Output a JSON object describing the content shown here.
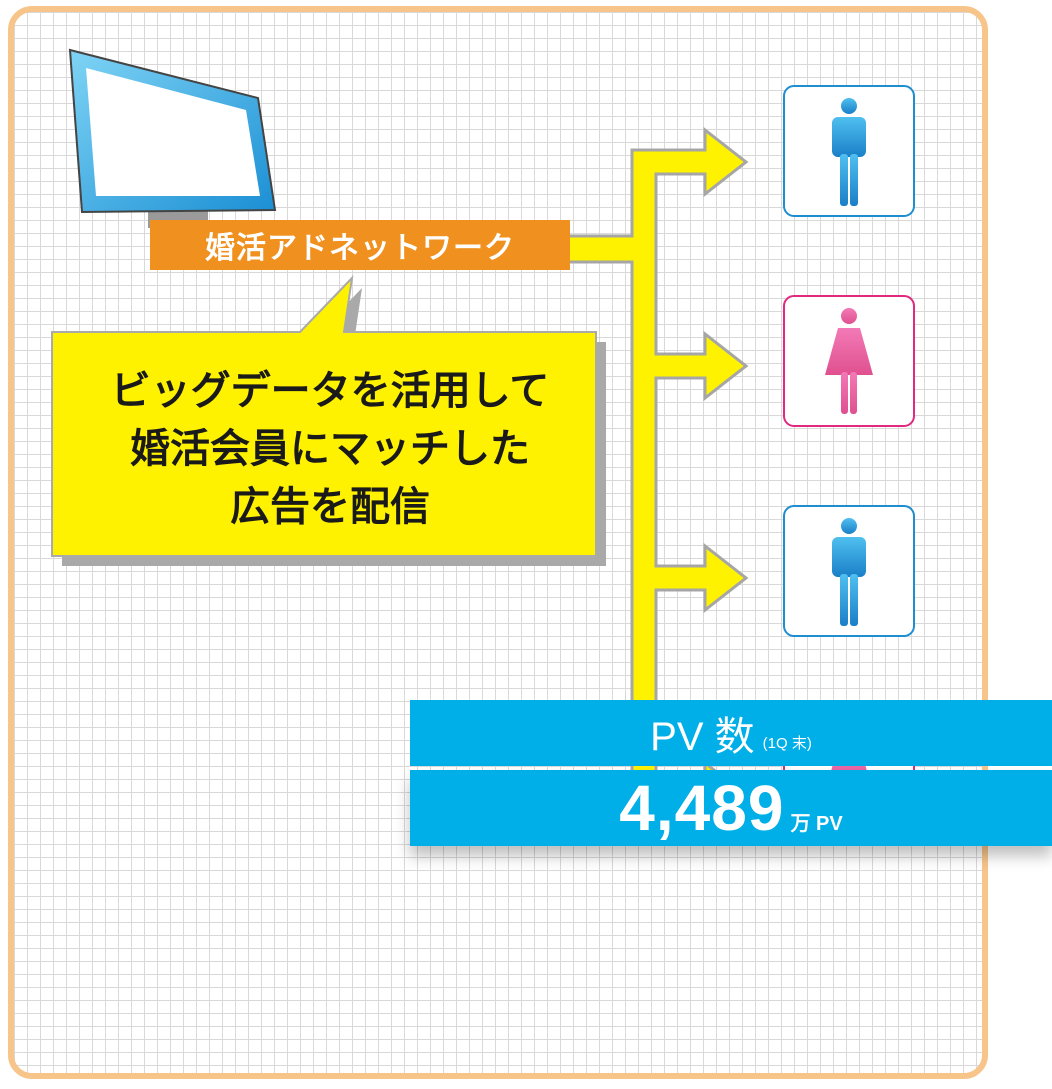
{
  "network_label": "婚活アドネットワーク",
  "callout": {
    "lines": [
      "ビッグデータを活用して",
      "婚活会員にマッチした",
      "広告を配信"
    ]
  },
  "targets": [
    {
      "gender": "male",
      "icon": "male-person-icon",
      "color": "#1e8ed0"
    },
    {
      "gender": "female",
      "icon": "female-person-icon",
      "color": "#e0297f"
    },
    {
      "gender": "male",
      "icon": "male-person-icon",
      "color": "#1e8ed0"
    },
    {
      "gender": "female",
      "icon": "female-person-icon",
      "color": "#e0297f"
    }
  ],
  "pv": {
    "title": "PV 数",
    "subtitle": "(1Q 末)",
    "value": "4,489",
    "unit": "万 PV"
  },
  "colors": {
    "frame": "#f7c58a",
    "label_bg": "#f0901e",
    "arrow_fill": "#fff200",
    "pv_bg": "#00aee8"
  }
}
